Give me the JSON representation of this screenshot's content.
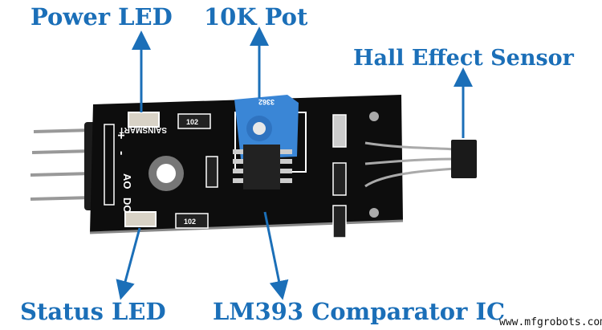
{
  "labels": {
    "power_led": "Power LED",
    "pot": "10K Pot",
    "hall_sensor": "Hall Effect Sensor",
    "status_led": "Status LED",
    "comparator": "LM393 Comparator IC"
  },
  "board_silkscreen": {
    "plus": "+",
    "minus": "-",
    "ao": "AO",
    "do": "DO",
    "brand": "SAINSMART",
    "resistor_top": "102",
    "resistor_bottom": "102",
    "pot_marking": "3362"
  },
  "watermark": "www.mfgrobots.com",
  "colors": {
    "label": "#1b6fb8",
    "board": "#0d0d0d",
    "pot": "#3a86d6"
  }
}
